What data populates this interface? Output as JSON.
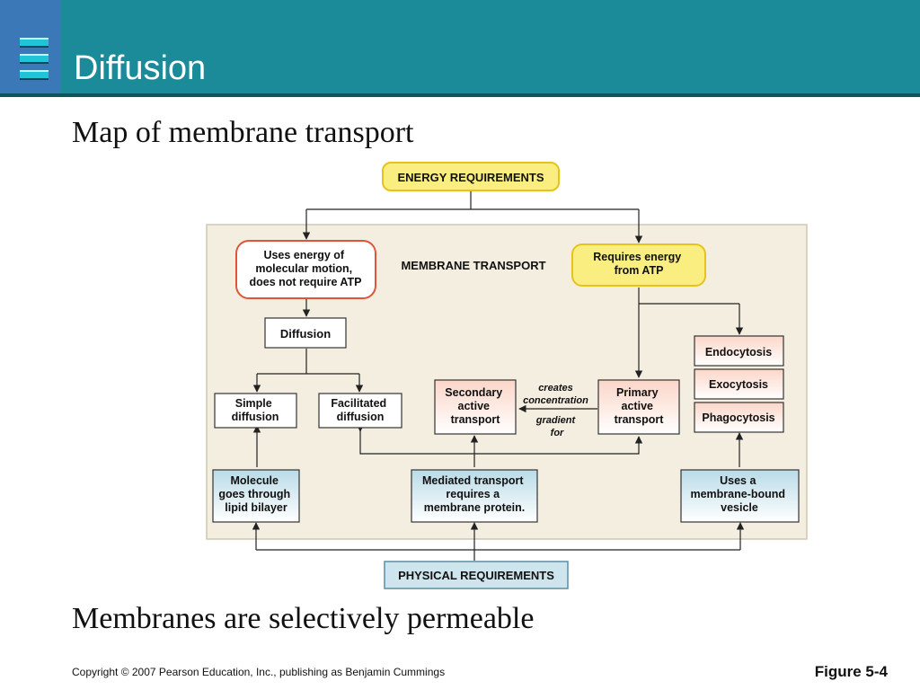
{
  "header": {
    "title": "Diffusion"
  },
  "subtitle": "Map of membrane transport",
  "bottom_text": "Membranes are selectively permeable",
  "footer": {
    "copyright": "Copyright © 2007 Pearson Education, Inc., publishing as Benjamin Cummings",
    "figure": "Figure 5-4"
  },
  "diagram": {
    "energy_requirements": "ENERGY REQUIREMENTS",
    "membrane_transport": "MEMBRANE TRANSPORT",
    "no_atp": [
      "Uses energy of",
      "molecular motion,",
      "does not require ATP"
    ],
    "requires_atp": [
      "Requires energy",
      "from ATP"
    ],
    "diffusion": "Diffusion",
    "simple_diffusion": [
      "Simple",
      "diffusion"
    ],
    "facilitated_diffusion": [
      "Facilitated",
      "diffusion"
    ],
    "secondary_active": [
      "Secondary",
      "active",
      "transport"
    ],
    "primary_active": [
      "Primary",
      "active",
      "transport"
    ],
    "creates_gradient": [
      "creates",
      "concentration",
      "gradient",
      "for"
    ],
    "endocytosis": "Endocytosis",
    "exocytosis": "Exocytosis",
    "phagocytosis": "Phagocytosis",
    "molecule_lipid": [
      "Molecule",
      "goes through",
      "lipid bilayer"
    ],
    "mediated_transport": [
      "Mediated transport",
      "requires a",
      "membrane protein."
    ],
    "membrane_vesicle": [
      "Uses a",
      "membrane-bound",
      "vesicle"
    ],
    "physical_requirements": "PHYSICAL REQUIREMENTS"
  }
}
